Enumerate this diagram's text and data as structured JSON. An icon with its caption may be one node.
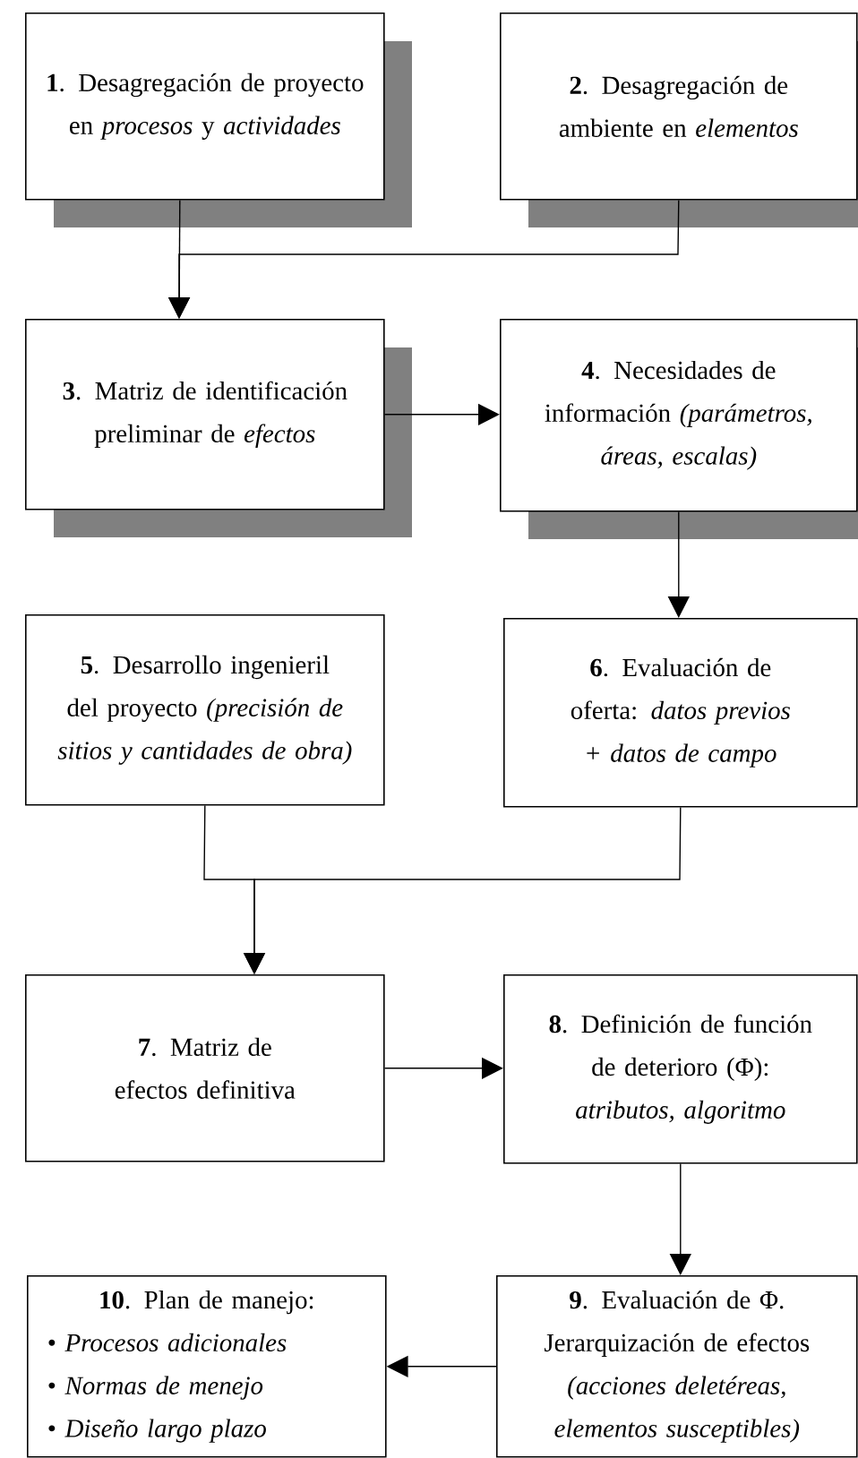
{
  "diagram": {
    "nodes": [
      {
        "text": [
          "**1**. Desagregación de proyecto en *procesos* y *actividades*"
        ]
      },
      {
        "text": [
          "**2**. Desagregación de ambiente en *elementos*"
        ]
      },
      {
        "text": [
          "**3**. Matriz de identificación preliminar de *efectos*"
        ]
      },
      {
        "text": [
          "**4**. Necesidades de información *(parámetros, áreas, escalas)*"
        ]
      },
      {
        "text": [
          "**5**. Desarrollo ingenieril del proyecto *(precisión de sitios y cantidades de obra)*"
        ]
      },
      {
        "text": [
          "**6**. Evaluación de oferta: *datos previos + datos de campo*"
        ]
      },
      {
        "text": [
          "**7**. Matriz de efectos definitiva"
        ]
      },
      {
        "text": [
          "**8**. Definición de función de deterioro (Φ): *atributos, algoritmo*"
        ]
      },
      {
        "text": [
          "**9**. Evaluación de Φ. Jerarquización de efectos *(acciones deletéreas, elementos susceptibles)*"
        ]
      },
      {
        "text": [
          "**10**. Plan de manejo:",
          "• *Procesos adicionales*",
          "• *Normas de menejo*",
          "• *Diseño largo plazo*"
        ]
      }
    ],
    "edges": [
      {
        "from": 0,
        "to": 2,
        "arrow": "to"
      },
      {
        "from": 1,
        "to": 2,
        "arrow": "to"
      },
      {
        "from": 2,
        "to": 3,
        "arrow": "to"
      },
      {
        "from": 3,
        "to": 5,
        "arrow": "to"
      },
      {
        "from": 4,
        "to": 6,
        "arrow": "to"
      },
      {
        "from": 5,
        "to": 6,
        "arrow": "to"
      },
      {
        "from": 6,
        "to": 7,
        "arrow": "to"
      },
      {
        "from": 7,
        "to": 8,
        "arrow": "to"
      },
      {
        "from": 8,
        "to": 9,
        "arrow": "to"
      }
    ]
  }
}
